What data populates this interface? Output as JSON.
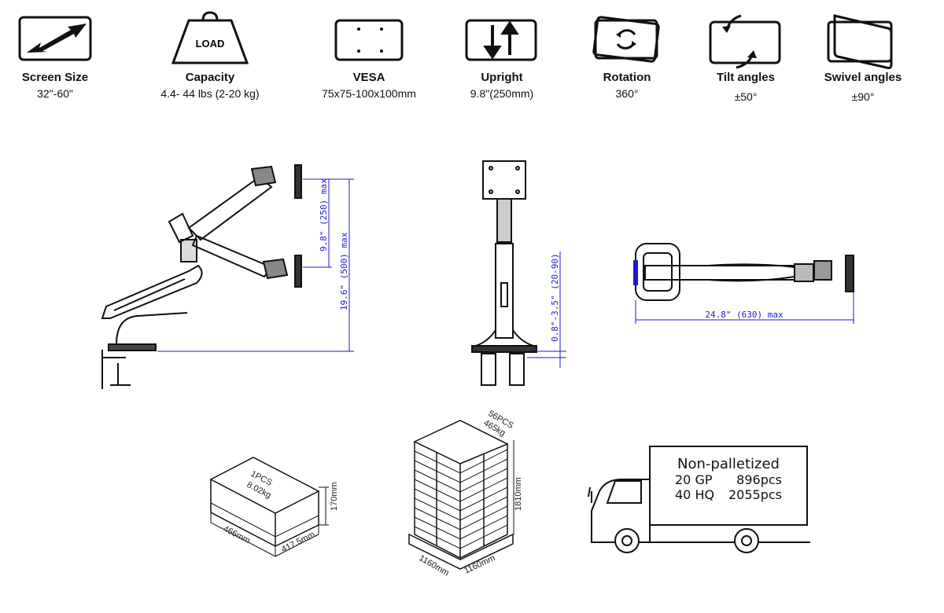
{
  "features": [
    {
      "icon": "diagonal-arrow-icon",
      "title": "Screen Size",
      "value": "32\"-60\""
    },
    {
      "icon": "load-weight-icon",
      "title": "Capacity",
      "value": "4.4- 44 lbs (2-20 kg)",
      "icon_text": "LOAD"
    },
    {
      "icon": "vesa-plate-icon",
      "title": "VESA",
      "value": "75x75-100x100mm"
    },
    {
      "icon": "up-down-arrows-icon",
      "title": "Upright",
      "value": "9.8\"(250mm)"
    },
    {
      "icon": "rotation-icon",
      "title": "Rotation",
      "value": "360°"
    },
    {
      "icon": "tilt-icon",
      "title": "Tilt angles",
      "value": "±50°"
    },
    {
      "icon": "swivel-icon",
      "title": "Swivel angles",
      "value": "±90°"
    }
  ],
  "dimensions": {
    "side_upper": "9.8\" (250) max",
    "side_total": "19.6\" (500) max",
    "front_clamp": "0.8\"-3.5\" (20-90)",
    "top_reach": "24.8\" (630) max"
  },
  "package": {
    "single": {
      "qty": "1PCS",
      "weight": "8.02kg",
      "length": "466mm",
      "width": "417.5mm",
      "height": "170mm"
    },
    "pallet": {
      "qty": "56PCS",
      "weight": "465kg",
      "height": "1810mm",
      "length": "1160mm",
      "width": "1160mm"
    }
  },
  "shipping": {
    "title": "Non-palletized",
    "rows": [
      {
        "container": "20 GP",
        "qty": "896pcs"
      },
      {
        "container": "40 HQ",
        "qty": "2055pcs"
      }
    ]
  }
}
